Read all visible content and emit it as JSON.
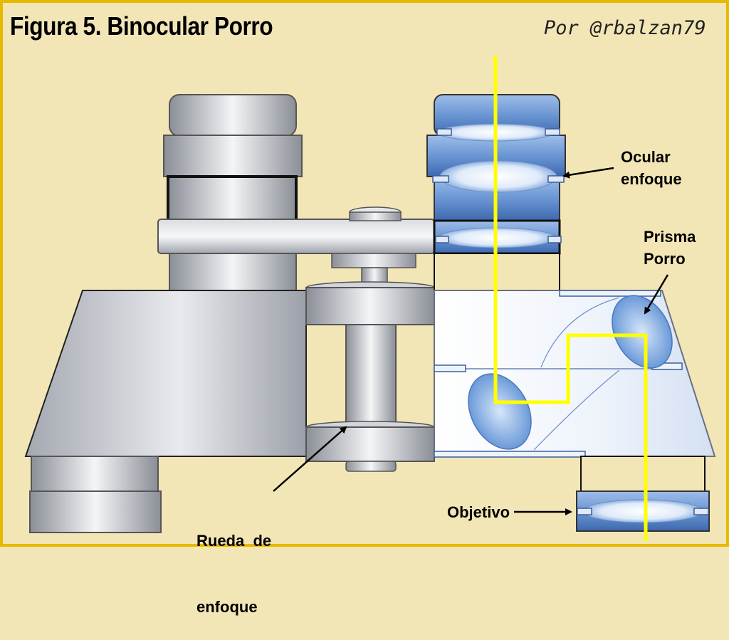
{
  "title": "Figura 5. Binocular Porro",
  "author": "Por @rbalzan79",
  "labels": {
    "ocular": [
      "Ocular",
      "enfoque"
    ],
    "prisma": [
      "Prisma",
      "Porro"
    ],
    "rueda": [
      "Rueda  de",
      "enfoque"
    ],
    "objetivo": "Objetivo"
  },
  "colors": {
    "background": "#f3e6b6",
    "border": "#e6b800",
    "body_gray": "#b8bcc4",
    "lens_blue": "#5b8fd0",
    "light_path": "#ffff00"
  }
}
